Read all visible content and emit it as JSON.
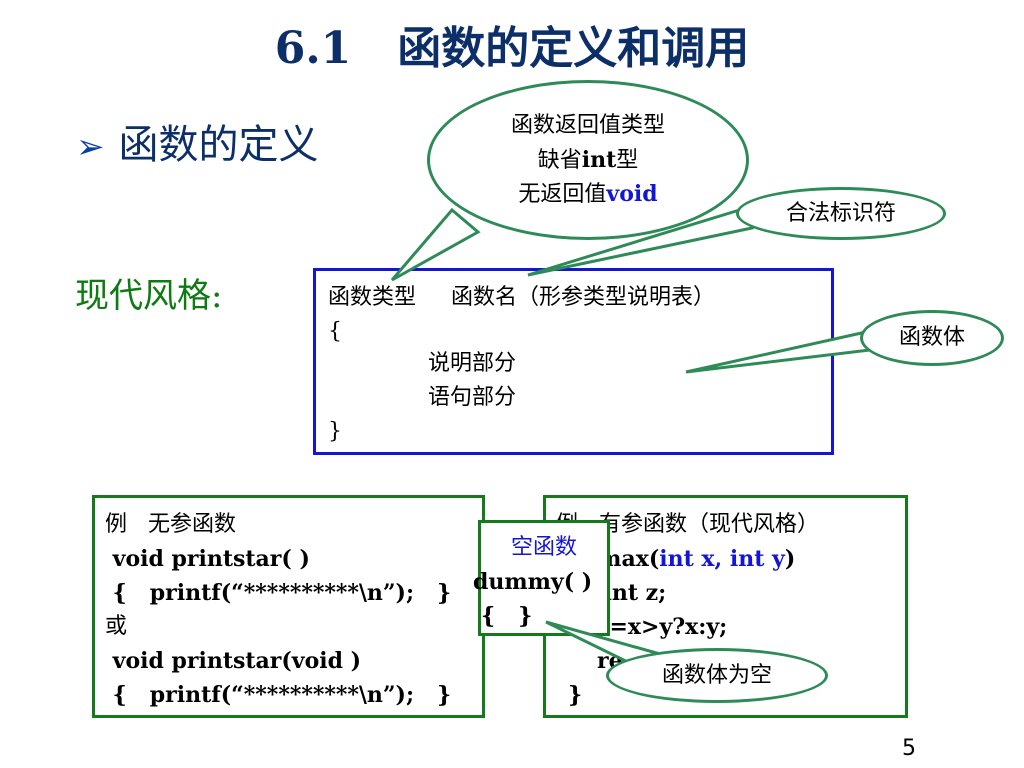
{
  "slide": {
    "title": "6.1   函数的定义和调用",
    "bullet_marker": "➢",
    "bullet_text": "函数的定义",
    "modern_style_label": "现代风格:",
    "page_number": "5"
  },
  "definition_box": {
    "line1": "函数类型     函数名（形参类型说明表）",
    "line2": "{",
    "line3": "说明部分",
    "line4": "语句部分",
    "line5": "}"
  },
  "callouts": {
    "return_type": {
      "line1": "函数返回值类型",
      "line2_prefix": "缺省",
      "line2_code": "int",
      "line2_suffix": "型",
      "line3_prefix": "无返回值",
      "line3_code": "void"
    },
    "identifier": "合法标识符",
    "body": "函数体",
    "empty_body": "函数体为空"
  },
  "example1": {
    "heading": "例   无参函数",
    "line1": " void printstar( )",
    "line2": " {   printf(“**********\\n”);   }",
    "or": "或",
    "line3": " void printstar(void )",
    "line4": " {   printf(“**********\\n”);   }"
  },
  "dummy_box": {
    "label": "空函数",
    "line1": "dummy( )",
    "line2": "{   }"
  },
  "example2": {
    "heading": "例   有参函数（现代风格）",
    "line1_a": "int max(",
    "line1_b": "int x, int y",
    "line1_c": ")",
    "line2": "{  int z;",
    "line3": "   z=x>y?x:y;",
    "line4": "   return(z);",
    "line5": "}"
  },
  "colors": {
    "title": "#0d2f68",
    "green_text": "#0d7a12",
    "blue_border": "#1515d4",
    "green_border": "#147a1a",
    "callout_border": "#2e8b57"
  }
}
